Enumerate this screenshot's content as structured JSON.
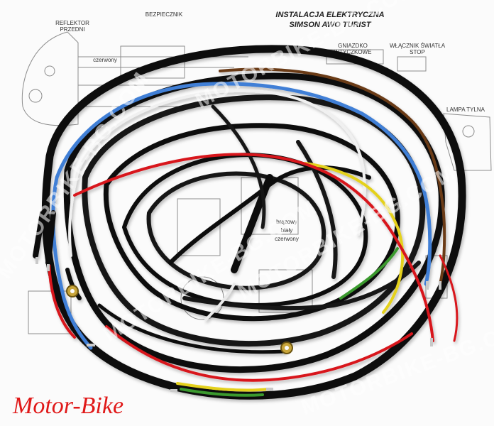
{
  "photo": {
    "subject": "Motorcycle wiring harness on top of a wiring diagram",
    "colors": {
      "black": "#0d0d0d",
      "red": "#d8141c",
      "blue": "#3f7fd6",
      "white": "#f2f2f2",
      "yellow": "#e4d11a",
      "green": "#3a9a2e",
      "brown": "#6a3a17",
      "brand": "#e01818"
    }
  },
  "diagram": {
    "title_line1": "INSTALACJA ELEKTRYCZNA",
    "title_line2": "SIMSON AWO TURIST",
    "label_reflektor": "REFLEKTOR PRZEDNI",
    "label_bezpiecznik": "BEZPIECZNIK",
    "label_gniazdko": "GNIAZDKO WTYCZKOWE",
    "label_wlacznik": "WŁĄCZNIK ŚWIATŁA STOP",
    "label_lampa": "LAMPA TYLNA",
    "label_czerwony": "czerwony",
    "label_bialy": "biały",
    "label_czerwony2": "czerwony",
    "label_brazowy": "brązowy"
  },
  "watermarks": {
    "wm1": "MOTORBIKE-BG.COM",
    "wm2": "MOTORBIKE-BG.COM",
    "wm3": "MOTORBIKE-BG.COM",
    "wm4": "MOTORBIKE-BG.COM",
    "wm5": "MOTORBIKE-BG.COM"
  },
  "brand_text": "Motor-Bike"
}
